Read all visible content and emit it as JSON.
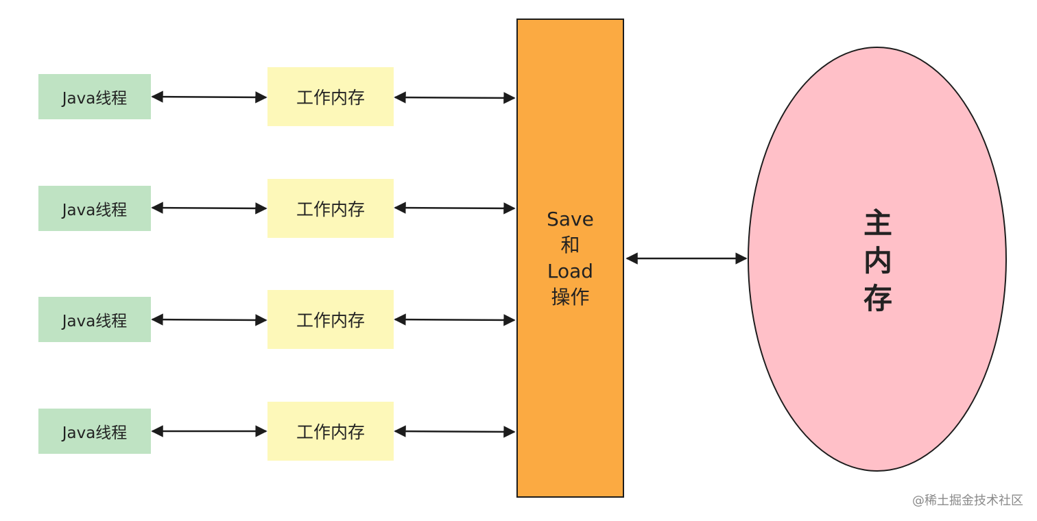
{
  "diagram": {
    "threads": [
      {
        "label": "Java线程"
      },
      {
        "label": "Java线程"
      },
      {
        "label": "Java线程"
      },
      {
        "label": "Java线程"
      }
    ],
    "working_memories": [
      {
        "label": "工作内存"
      },
      {
        "label": "工作内存"
      },
      {
        "label": "工作内存"
      },
      {
        "label": "工作内存"
      }
    ],
    "save_load": {
      "line1": "Save",
      "line2": "和",
      "line3": "Load",
      "line4": "操作"
    },
    "main_memory": {
      "char1": "主",
      "char2": "内",
      "char3": "存"
    },
    "colors": {
      "thread_fill": "#bfe3c3",
      "working_memory_fill": "#fdf8b9",
      "save_load_fill": "#fbaa42",
      "main_memory_fill": "#ffc0c8",
      "arrow": "#1c1c1c"
    }
  },
  "watermark": "@稀土掘金技术社区"
}
